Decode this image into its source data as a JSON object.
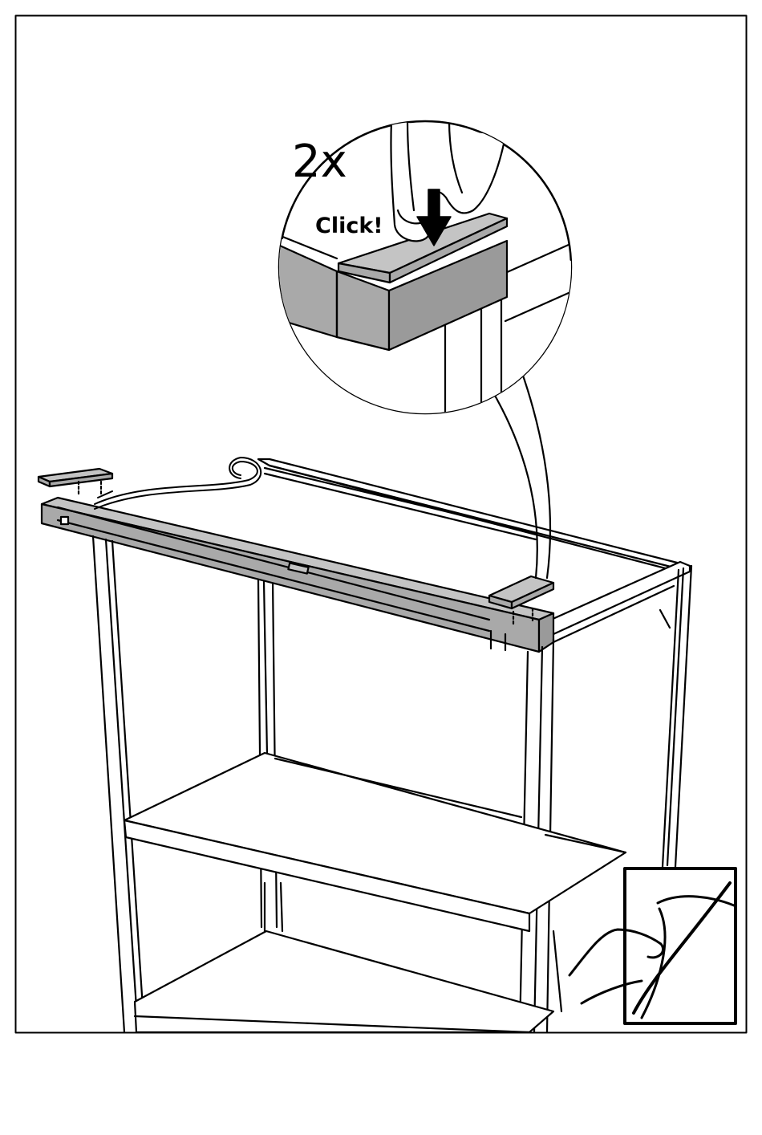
{
  "step": {
    "quantity_label": "2x",
    "action_label": "Click!"
  },
  "icons": {
    "main": "shelf-frame-assembly-illustration",
    "detail": "magnified-cap-detail",
    "arrow": "press-down-arrow-icon",
    "hand": "pressing-finger-icon",
    "page_turn": "turn-page-icon"
  },
  "colors": {
    "line": "#000000",
    "part_fill": "#a9a9a9",
    "part_fill_light": "#c4c4c4",
    "background": "#ffffff"
  }
}
